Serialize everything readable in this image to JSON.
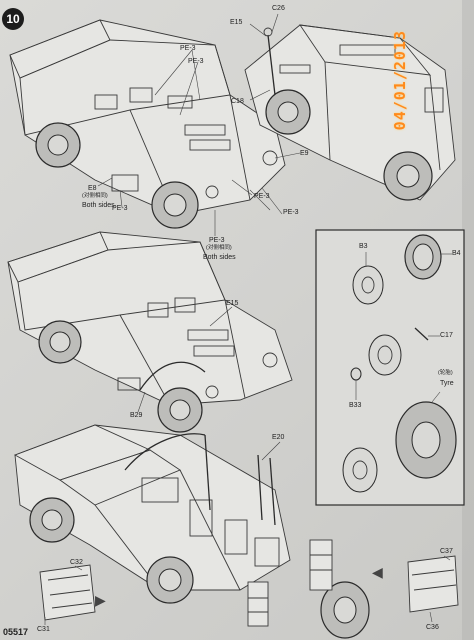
{
  "document": {
    "step_number": "10",
    "page_number": "05517",
    "date_stamp": "04/01/2013"
  },
  "callouts": {
    "c26": "C26",
    "e15_top": "E15",
    "c18": "C18",
    "pe3_a": "PE-3",
    "pe3_b": "PE-3",
    "e9": "E9",
    "e8": "E8",
    "e8_note": "(对侧相同)",
    "e8_both": "Both sides",
    "pe3_c": "PE-3",
    "pe3_d": "PE-3",
    "pe3_e": "PE-3",
    "pe3_bottom": "PE-3",
    "pe3_bottom_note": "(对侧相同)",
    "pe3_bottom_both": "Both sides",
    "e15_mid": "E15",
    "b29": "B29",
    "e20": "E20",
    "b3": "B3",
    "b4": "B4",
    "c17": "C17",
    "b33": "B33",
    "tyre_note": "(轮胎)",
    "tyre": "Tyre",
    "c32": "C32",
    "c31": "C31",
    "c37": "C37",
    "c36": "C36"
  }
}
